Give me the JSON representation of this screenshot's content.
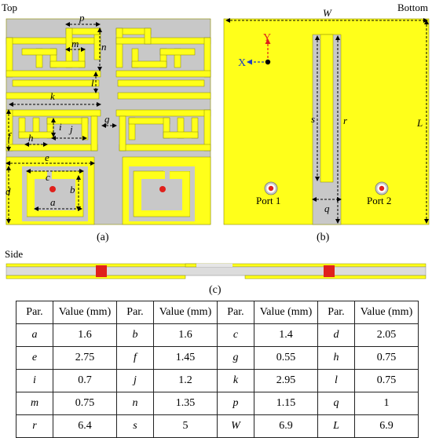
{
  "figure": {
    "top_label": "Top",
    "bottom_label": "Bottom",
    "side_label": "Side",
    "caption_a": "(a)",
    "caption_b": "(b)",
    "caption_c": "(c)",
    "axis_x": "X",
    "axis_y": "Y",
    "port1": "Port 1",
    "port2": "Port 2",
    "dims": {
      "a": "a",
      "b": "b",
      "c": "c",
      "d": "d",
      "e": "e",
      "f": "f",
      "g": "g",
      "h": "h",
      "i": "i",
      "j": "j",
      "k": "k",
      "l": "l",
      "m": "m",
      "n": "n",
      "p": "p",
      "q": "q",
      "r": "r",
      "s": "s",
      "W": "W",
      "L": "L"
    },
    "colors": {
      "copper": "#ffff1a",
      "substrate": "#c8c8c8",
      "via": "#e0201b",
      "outline": "#6a6a00"
    }
  },
  "table": {
    "header": {
      "par": "Par.",
      "value": "Value (mm)"
    },
    "rows": [
      [
        {
          "p": "a",
          "v": "1.6"
        },
        {
          "p": "b",
          "v": "1.6"
        },
        {
          "p": "c",
          "v": "1.4"
        },
        {
          "p": "d",
          "v": "2.05"
        }
      ],
      [
        {
          "p": "e",
          "v": "2.75"
        },
        {
          "p": "f",
          "v": "1.45"
        },
        {
          "p": "g",
          "v": "0.55"
        },
        {
          "p": "h",
          "v": "0.75"
        }
      ],
      [
        {
          "p": "i",
          "v": "0.7"
        },
        {
          "p": "j",
          "v": "1.2"
        },
        {
          "p": "k",
          "v": "2.95"
        },
        {
          "p": "l",
          "v": "0.75"
        }
      ],
      [
        {
          "p": "m",
          "v": "0.75"
        },
        {
          "p": "n",
          "v": "1.35"
        },
        {
          "p": "p",
          "v": "1.15"
        },
        {
          "p": "q",
          "v": "1"
        }
      ],
      [
        {
          "p": "r",
          "v": "6.4"
        },
        {
          "p": "s",
          "v": "5"
        },
        {
          "p": "W",
          "v": "6.9"
        },
        {
          "p": "L",
          "v": "6.9"
        }
      ]
    ]
  }
}
